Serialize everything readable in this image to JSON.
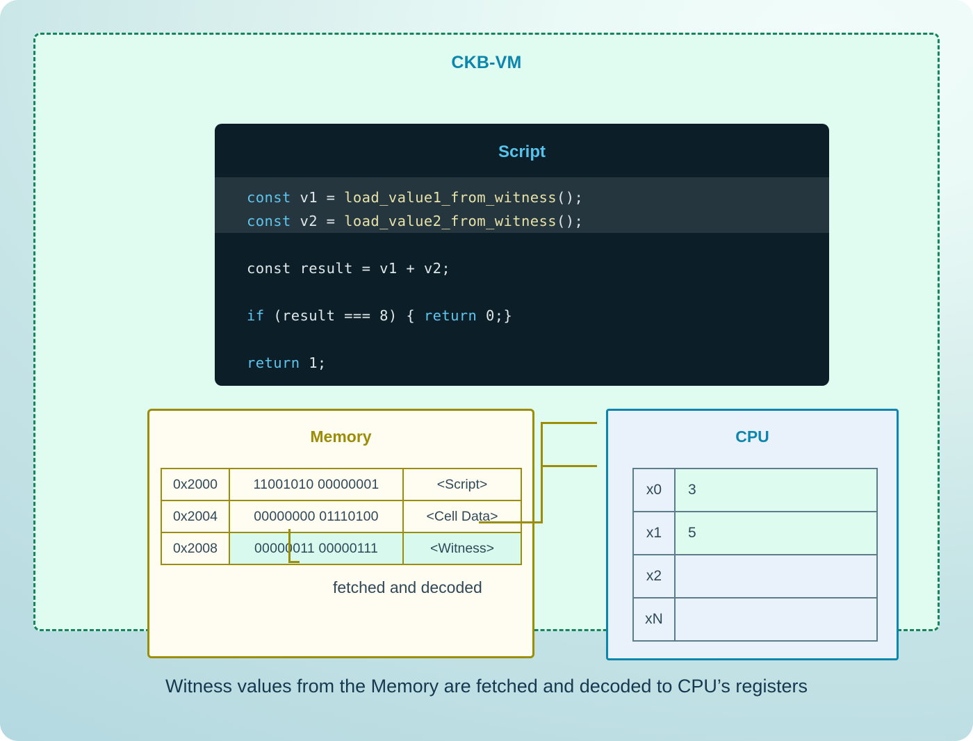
{
  "vm": {
    "title": "CKB-VM"
  },
  "script": {
    "title": "Script",
    "lines": [
      {
        "id": "l1",
        "highlight": true,
        "kw": "const",
        "rest": " v1 = ",
        "fn": "load_value1_from_witness",
        "tail": "();"
      },
      {
        "id": "l2",
        "highlight": true,
        "kw": "const",
        "rest": " v2 = ",
        "fn": "load_value2_from_witness",
        "tail": "();"
      },
      {
        "id": "l3",
        "highlight": false,
        "text": "const result = v1 + v2;"
      },
      {
        "id": "l4",
        "highlight": false,
        "pre_kw": "if",
        "pre": " (result === 8) { ",
        "mid_kw": "return",
        "post": " 0;}"
      },
      {
        "id": "l5",
        "highlight": false,
        "kw2": "return",
        "tail2": " 1;"
      }
    ],
    "plain_line": "const result = v1 + v2;",
    "if_kw": "if",
    "if_mid": " (result === 8) { ",
    "if_ret": "return",
    "if_tail": " 0;}",
    "ret_kw": "return",
    "ret_tail": " 1;"
  },
  "memory": {
    "title": "Memory",
    "rows": [
      {
        "address": "0x2000",
        "bits": "11001010 00000001",
        "label": "<Script>",
        "highlight": false
      },
      {
        "address": "0x2004",
        "bits": "00000000 01110100",
        "label": "<Cell Data>",
        "highlight": false
      },
      {
        "address": "0x2008",
        "bits": "00000011 00000111",
        "label": "<Witness>",
        "highlight": true
      }
    ]
  },
  "cpu": {
    "title": "CPU",
    "registers": [
      {
        "name": "x0",
        "value": "3",
        "filled": true
      },
      {
        "name": "x1",
        "value": "5",
        "filled": true
      },
      {
        "name": "x2",
        "value": "",
        "filled": false
      },
      {
        "name": "xN",
        "value": "",
        "filled": false
      }
    ]
  },
  "connector": {
    "label": "fetched and decoded"
  },
  "caption": {
    "text": "Witness values from the Memory are fetched and decoded to CPU’s registers"
  },
  "colors": {
    "accent_teal": "#0d86ad",
    "script_title": "#56c3ec",
    "memory_olive": "#9b8d07",
    "dashed_green": "#15865b",
    "highlight_mint": "#d8faee",
    "code_bg": "#0c1e27",
    "code_highlight_bg": "#26363f",
    "text_navy": "#2f4858",
    "caption_navy": "#15384f",
    "keyword_blue": "#5ec5ef",
    "function_yellow": "#e6e2a8"
  }
}
